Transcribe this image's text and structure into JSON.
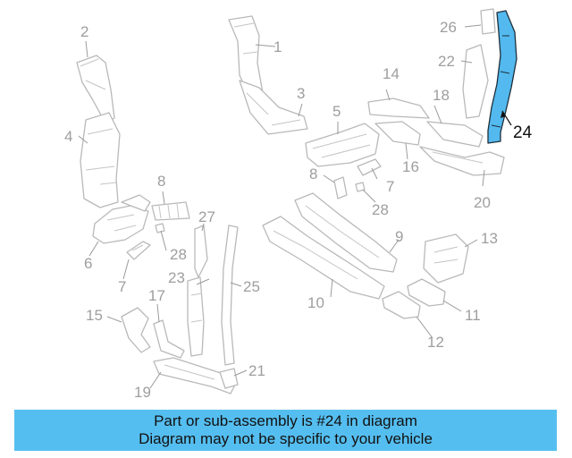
{
  "diagram": {
    "highlighted_part": "24",
    "callouts": [
      "1",
      "2",
      "3",
      "4",
      "5",
      "6",
      "7",
      "7",
      "8",
      "8",
      "9",
      "10",
      "11",
      "12",
      "13",
      "14",
      "15",
      "16",
      "17",
      "18",
      "19",
      "20",
      "21",
      "22",
      "23",
      "24",
      "25",
      "26",
      "27",
      "28",
      "28"
    ]
  },
  "banner": {
    "line1": "Part or sub-assembly is #24 in diagram",
    "line2": "Diagram may not be specific to your vehicle"
  }
}
